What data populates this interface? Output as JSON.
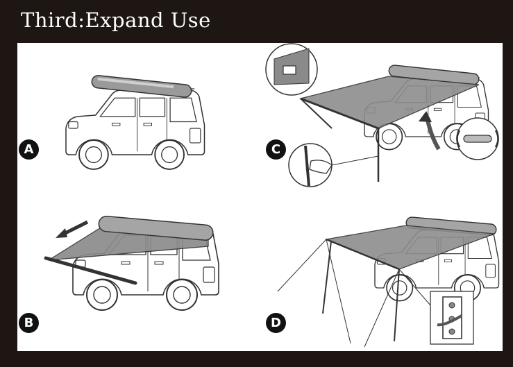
{
  "header": {
    "title": "Third:Expand Use"
  },
  "steps": [
    {
      "label": "A"
    },
    {
      "label": "B"
    },
    {
      "label": "C"
    },
    {
      "label": "D"
    }
  ],
  "colors": {
    "background": "#1e1613",
    "panel": "#ffffff",
    "awning": "#8a8a8a",
    "line": "#333333"
  }
}
